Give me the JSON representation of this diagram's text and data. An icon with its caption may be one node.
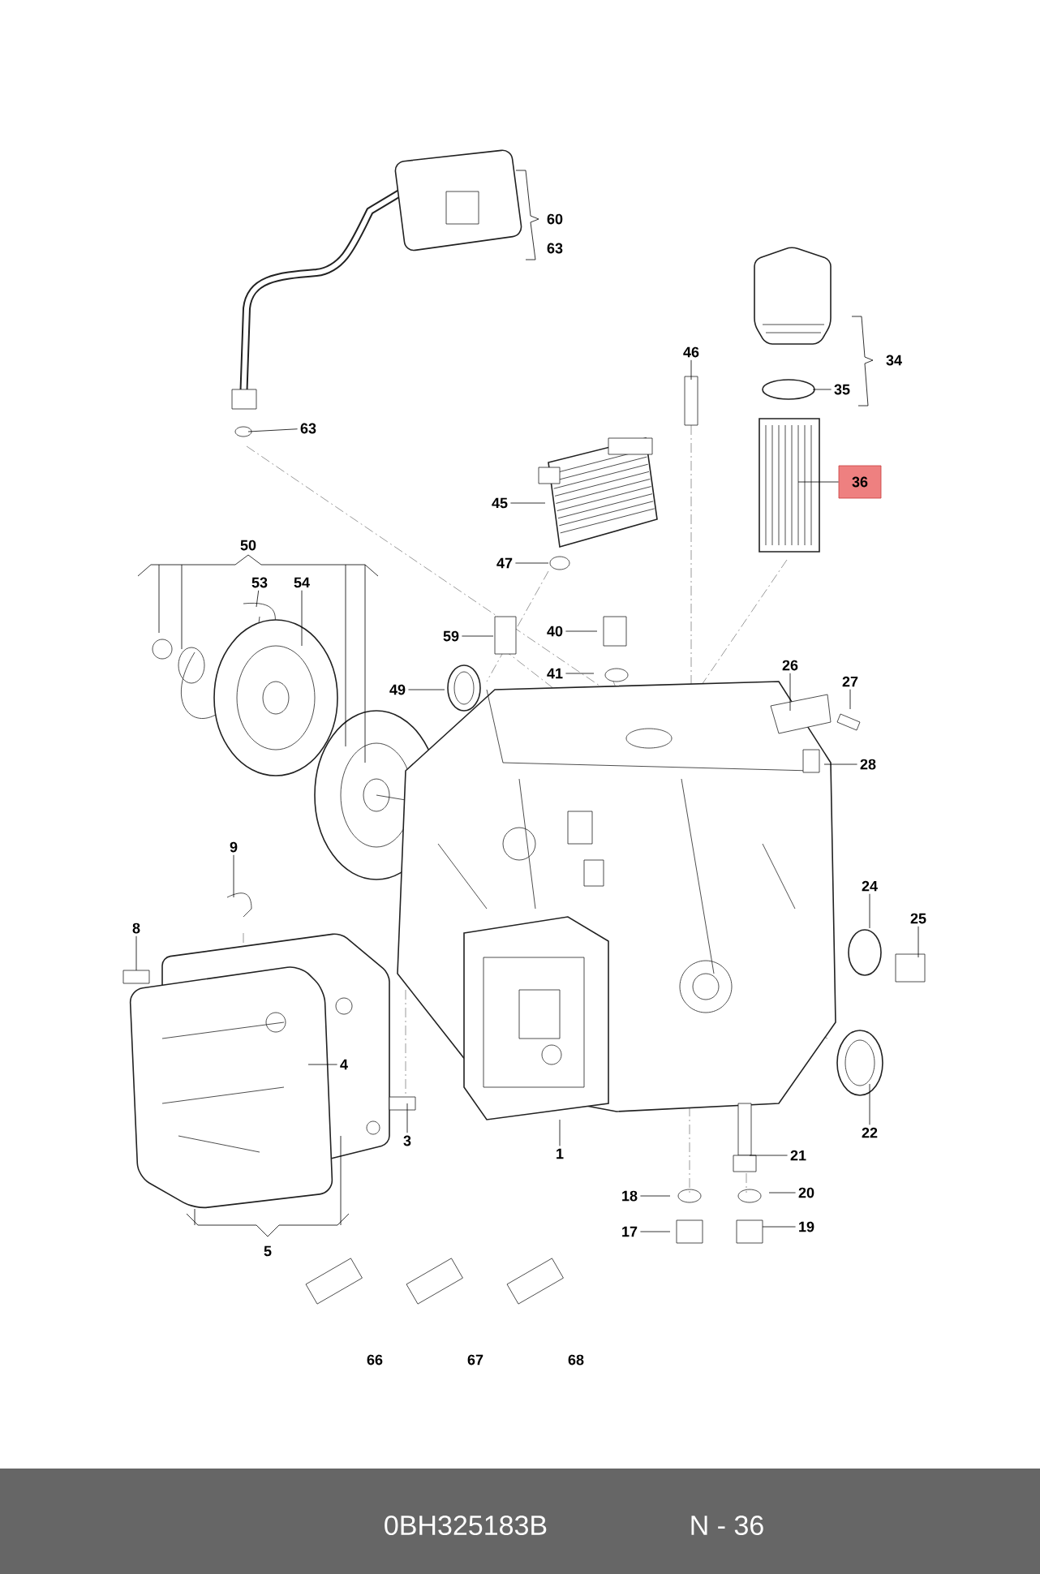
{
  "diagram": {
    "nodes": [
      {
        "text": [
          "63"
        ]
      },
      {
        "text": [
          "46"
        ]
      },
      {
        "text": [
          "35"
        ]
      },
      {
        "text": [
          "36"
        ]
      },
      {
        "text": [
          "45"
        ]
      },
      {
        "text": [
          "47"
        ]
      },
      {
        "text": [
          "53"
        ]
      },
      {
        "text": [
          "54"
        ]
      },
      {
        "text": [
          "59"
        ]
      },
      {
        "text": [
          "40"
        ]
      },
      {
        "text": [
          "41"
        ]
      },
      {
        "text": [
          "49"
        ]
      },
      {
        "text": [
          "26"
        ]
      },
      {
        "text": [
          "27"
        ]
      },
      {
        "text": [
          "28"
        ]
      },
      {
        "text": [
          "9"
        ]
      },
      {
        "text": [
          "8"
        ]
      },
      {
        "text": [
          "24"
        ]
      },
      {
        "text": [
          "25"
        ]
      },
      {
        "text": [
          "4"
        ]
      },
      {
        "text": [
          "3"
        ]
      },
      {
        "text": [
          "1"
        ]
      },
      {
        "text": [
          "22"
        ]
      },
      {
        "text": [
          "21"
        ]
      },
      {
        "text": [
          "18"
        ]
      },
      {
        "text": [
          "20"
        ]
      },
      {
        "text": [
          "17"
        ]
      },
      {
        "text": [
          "19"
        ]
      }
    ],
    "edges": [
      {
        "from": 0,
        "to": null,
        "arrow": "none"
      },
      {
        "from": 1,
        "to": null,
        "arrow": "none"
      },
      {
        "from": 2,
        "to": null,
        "arrow": "none"
      },
      {
        "from": 3,
        "to": null,
        "arrow": "none"
      },
      {
        "from": 4,
        "to": null,
        "arrow": "none"
      },
      {
        "from": 5,
        "to": null,
        "arrow": "none"
      },
      {
        "from": 6,
        "to": null,
        "arrow": "none"
      },
      {
        "from": 7,
        "to": null,
        "arrow": "none"
      },
      {
        "from": 8,
        "to": null,
        "arrow": "none"
      },
      {
        "from": 9,
        "to": null,
        "arrow": "none"
      },
      {
        "from": 10,
        "to": null,
        "arrow": "none"
      },
      {
        "from": 11,
        "to": null,
        "arrow": "none"
      },
      {
        "from": 12,
        "to": null,
        "arrow": "none"
      },
      {
        "from": 13,
        "to": null,
        "arrow": "none"
      },
      {
        "from": 14,
        "to": null,
        "arrow": "none"
      },
      {
        "from": 15,
        "to": null,
        "arrow": "none"
      },
      {
        "from": 16,
        "to": null,
        "arrow": "none"
      },
      {
        "from": 17,
        "to": null,
        "arrow": "none"
      },
      {
        "from": 18,
        "to": null,
        "arrow": "none"
      },
      {
        "from": 19,
        "to": null,
        "arrow": "none"
      },
      {
        "from": 20,
        "to": null,
        "arrow": "none"
      },
      {
        "from": 21,
        "to": null,
        "arrow": "none"
      },
      {
        "from": 22,
        "to": null,
        "arrow": "none"
      },
      {
        "from": 23,
        "to": null,
        "arrow": "none"
      },
      {
        "from": 24,
        "to": null,
        "arrow": "none"
      },
      {
        "from": 25,
        "to": null,
        "arrow": "none"
      },
      {
        "from": 26,
        "to": null,
        "arrow": "none"
      },
      {
        "from": 27,
        "to": null,
        "arrow": "none"
      }
    ],
    "labels": [
      "60",
      "63",
      "34",
      "50",
      "5",
      "66",
      "67",
      "68",
      "0BH325183B",
      "N - 36"
    ]
  }
}
